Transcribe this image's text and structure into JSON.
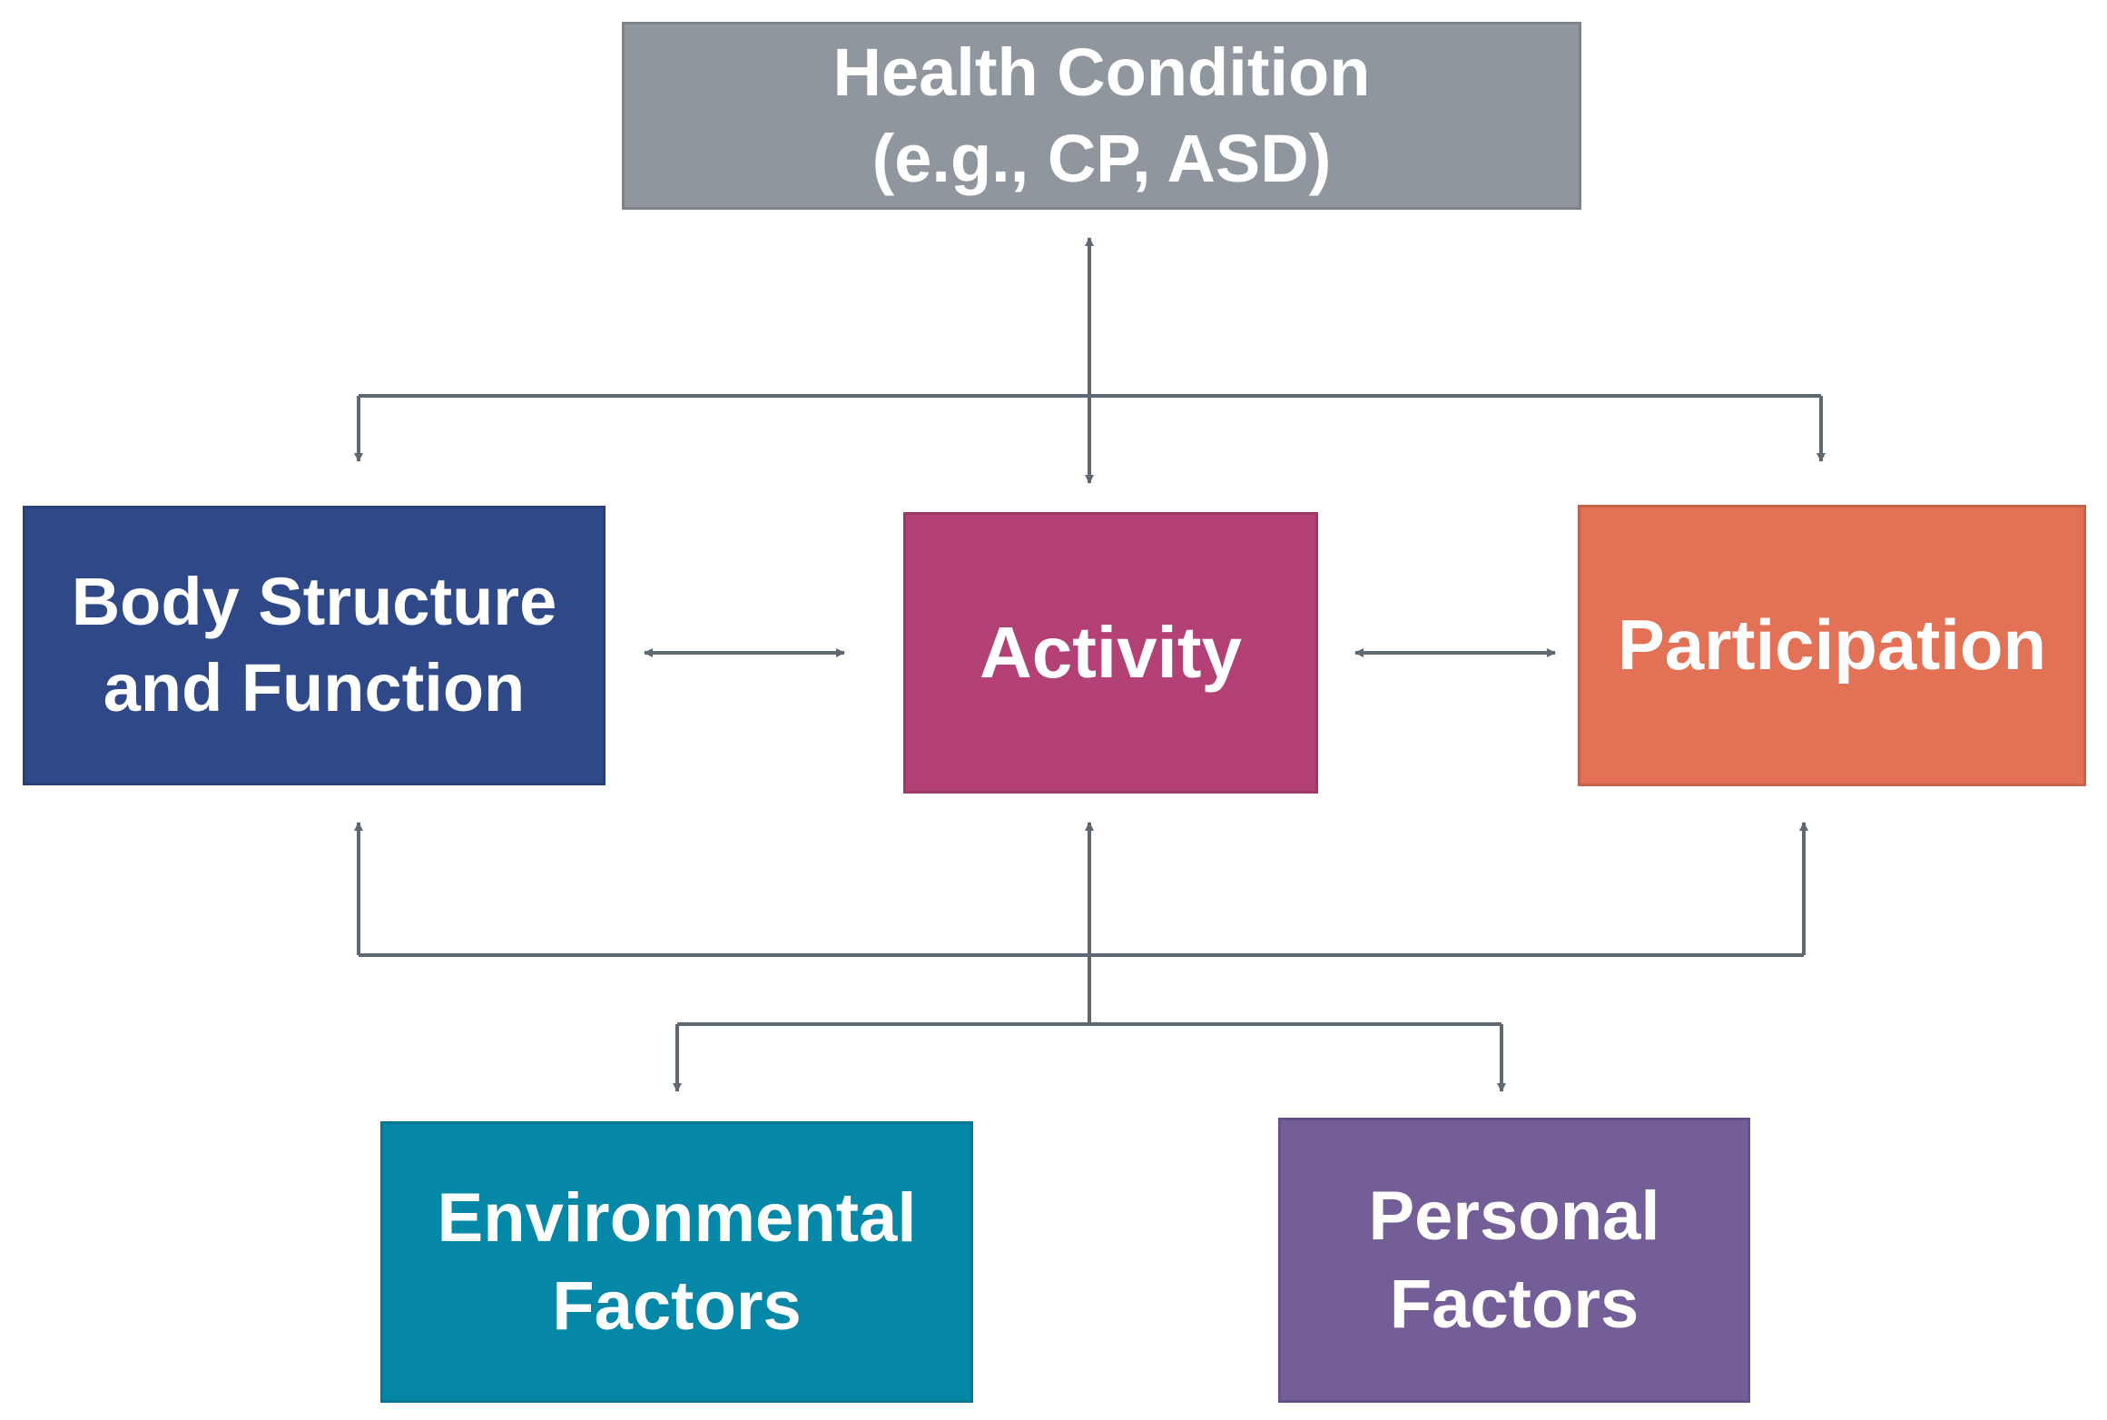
{
  "diagram": {
    "nodes": [
      {
        "id": "health",
        "lines": [
          "Health Condition",
          "(e.g., CP, ASD)"
        ],
        "color": "#8f969d"
      },
      {
        "id": "body",
        "lines": [
          "Body Structure",
          "and Function"
        ],
        "color": "#2e4888"
      },
      {
        "id": "activity",
        "lines": [
          "Activity"
        ],
        "color": "#b34176"
      },
      {
        "id": "participation",
        "lines": [
          "Participation"
        ],
        "color": "#e27156"
      },
      {
        "id": "environmental",
        "lines": [
          "Environmental",
          "Factors"
        ],
        "color": "#0588a8"
      },
      {
        "id": "personal",
        "lines": [
          "Personal",
          "Factors"
        ],
        "color": "#745e97"
      }
    ],
    "connector_color": "#5f6771"
  }
}
